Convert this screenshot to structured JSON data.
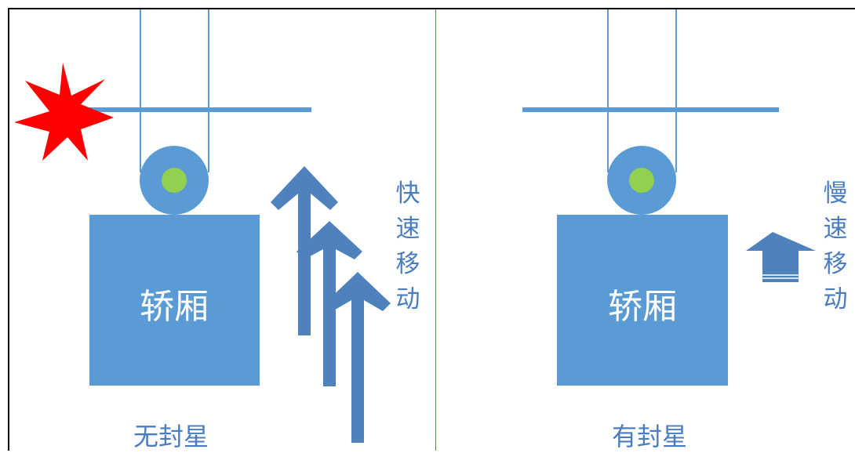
{
  "panels": [
    {
      "id": "left",
      "car_label": "轿厢",
      "bottom_label": "无封星",
      "motion_chars": [
        "快",
        "速",
        "移",
        "动"
      ]
    },
    {
      "id": "right",
      "car_label": "轿厢",
      "bottom_label": "有封星",
      "motion_chars": [
        "慢",
        "速",
        "移",
        "动"
      ]
    }
  ],
  "colors": {
    "car": "#5b9bd5",
    "sheave": "#5b9bd5",
    "hub": "#92d050",
    "rope": "#5b9bd5",
    "arrow": "#4f81bd",
    "burst": "#ff0000",
    "text": "#4a7dbf"
  }
}
